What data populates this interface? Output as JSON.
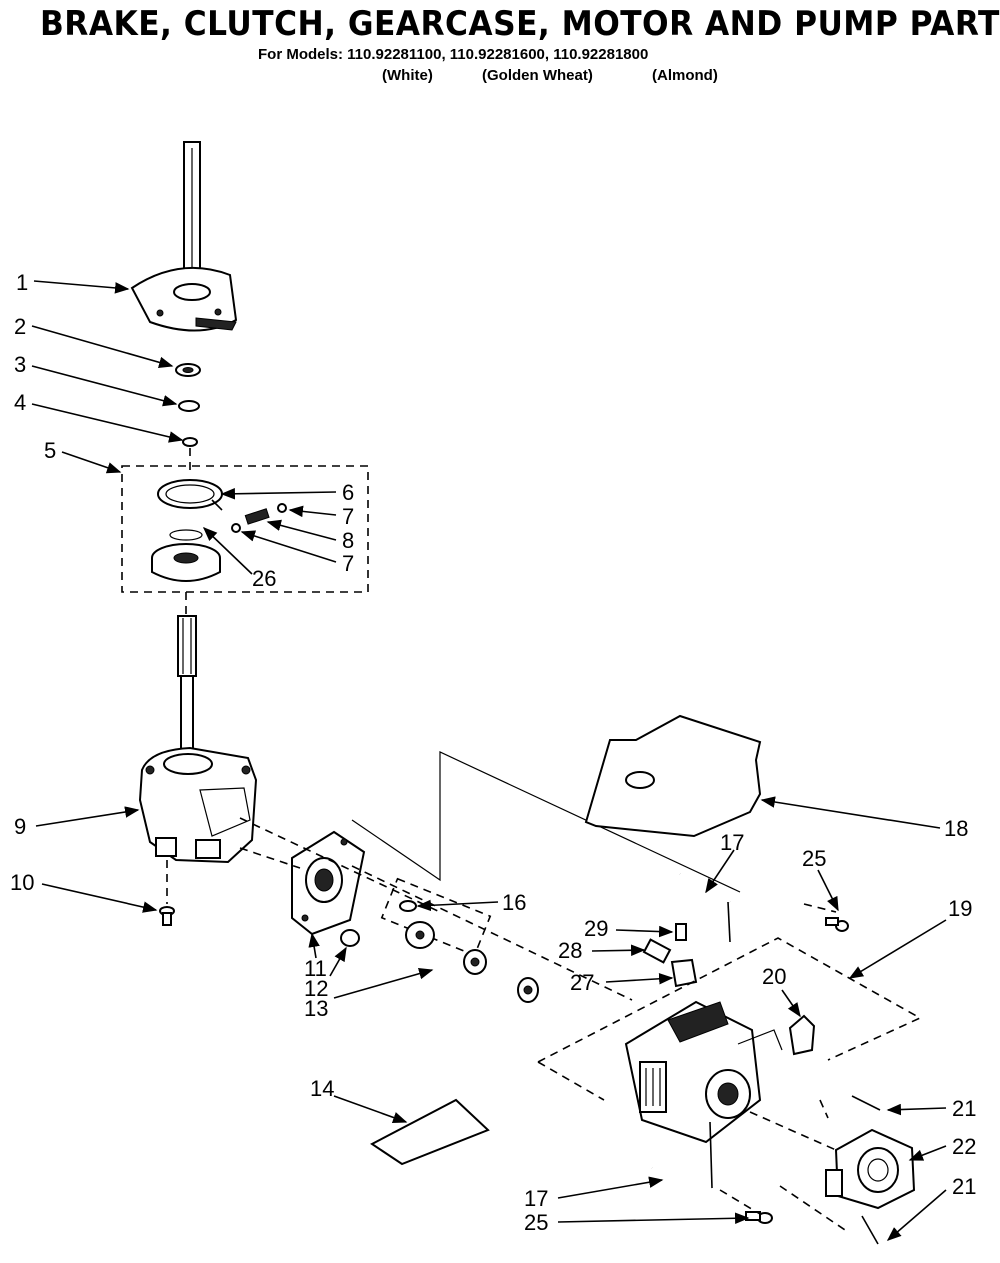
{
  "header": {
    "title": "BRAKE, CLUTCH, GEARCASE, MOTOR AND PUMP PARTS",
    "models_line": "For Models: 110.92281100, 110.92281600, 110.92281800",
    "variants": [
      "(White)",
      "(Golden Wheat)",
      "(Almond)"
    ]
  },
  "callouts": [
    "1",
    "2",
    "3",
    "4",
    "5",
    "6",
    "7",
    "8",
    "7",
    "26",
    "9",
    "10",
    "11",
    "12",
    "13",
    "16",
    "14",
    "17",
    "18",
    "25",
    "19",
    "29",
    "28",
    "27",
    "20",
    "21",
    "22",
    "21",
    "17",
    "25"
  ]
}
